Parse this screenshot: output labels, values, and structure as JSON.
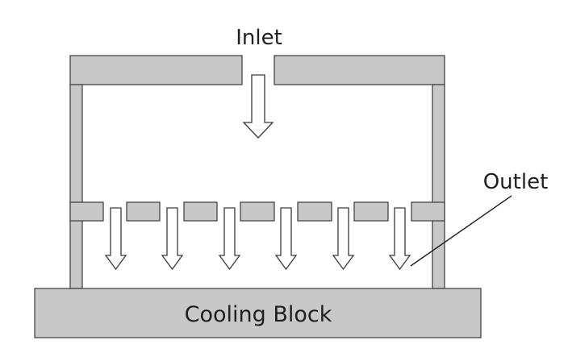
{
  "labels": {
    "inlet": "Inlet",
    "outlet": "Outlet",
    "cooling_block": "Cooling Block"
  },
  "colors": {
    "part_fill": "#c8c8c8",
    "part_stroke": "#3a3a3a",
    "arrow_fill": "#ffffff",
    "text": "#1f1f1f"
  }
}
